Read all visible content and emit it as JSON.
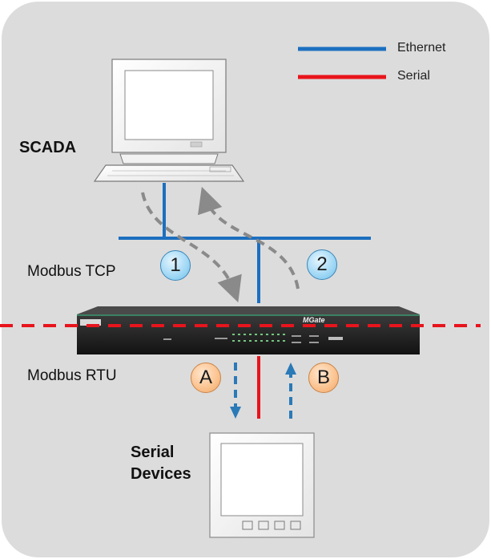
{
  "legend": [
    {
      "label": "Ethernet",
      "color": "#1c6fc0"
    },
    {
      "label": "Serial",
      "color": "#e8141c"
    }
  ],
  "nodes": {
    "scada": "SCADA",
    "serial_devices_line1": "Serial",
    "serial_devices_line2": "Devices",
    "gateway_brand": "MGate"
  },
  "protocols": {
    "tcp": "Modbus TCP",
    "rtu": "Modbus RTU"
  },
  "badges": {
    "tcp_request": "1",
    "tcp_response": "2",
    "rtu_request": "A",
    "rtu_response": "B"
  },
  "colors": {
    "background": "#dcdcdc",
    "ethernet": "#1c6fc0",
    "serial": "#e8141c",
    "tcp_flow": "#8a8a8a",
    "rtu_flow": "#2a7ab8"
  }
}
